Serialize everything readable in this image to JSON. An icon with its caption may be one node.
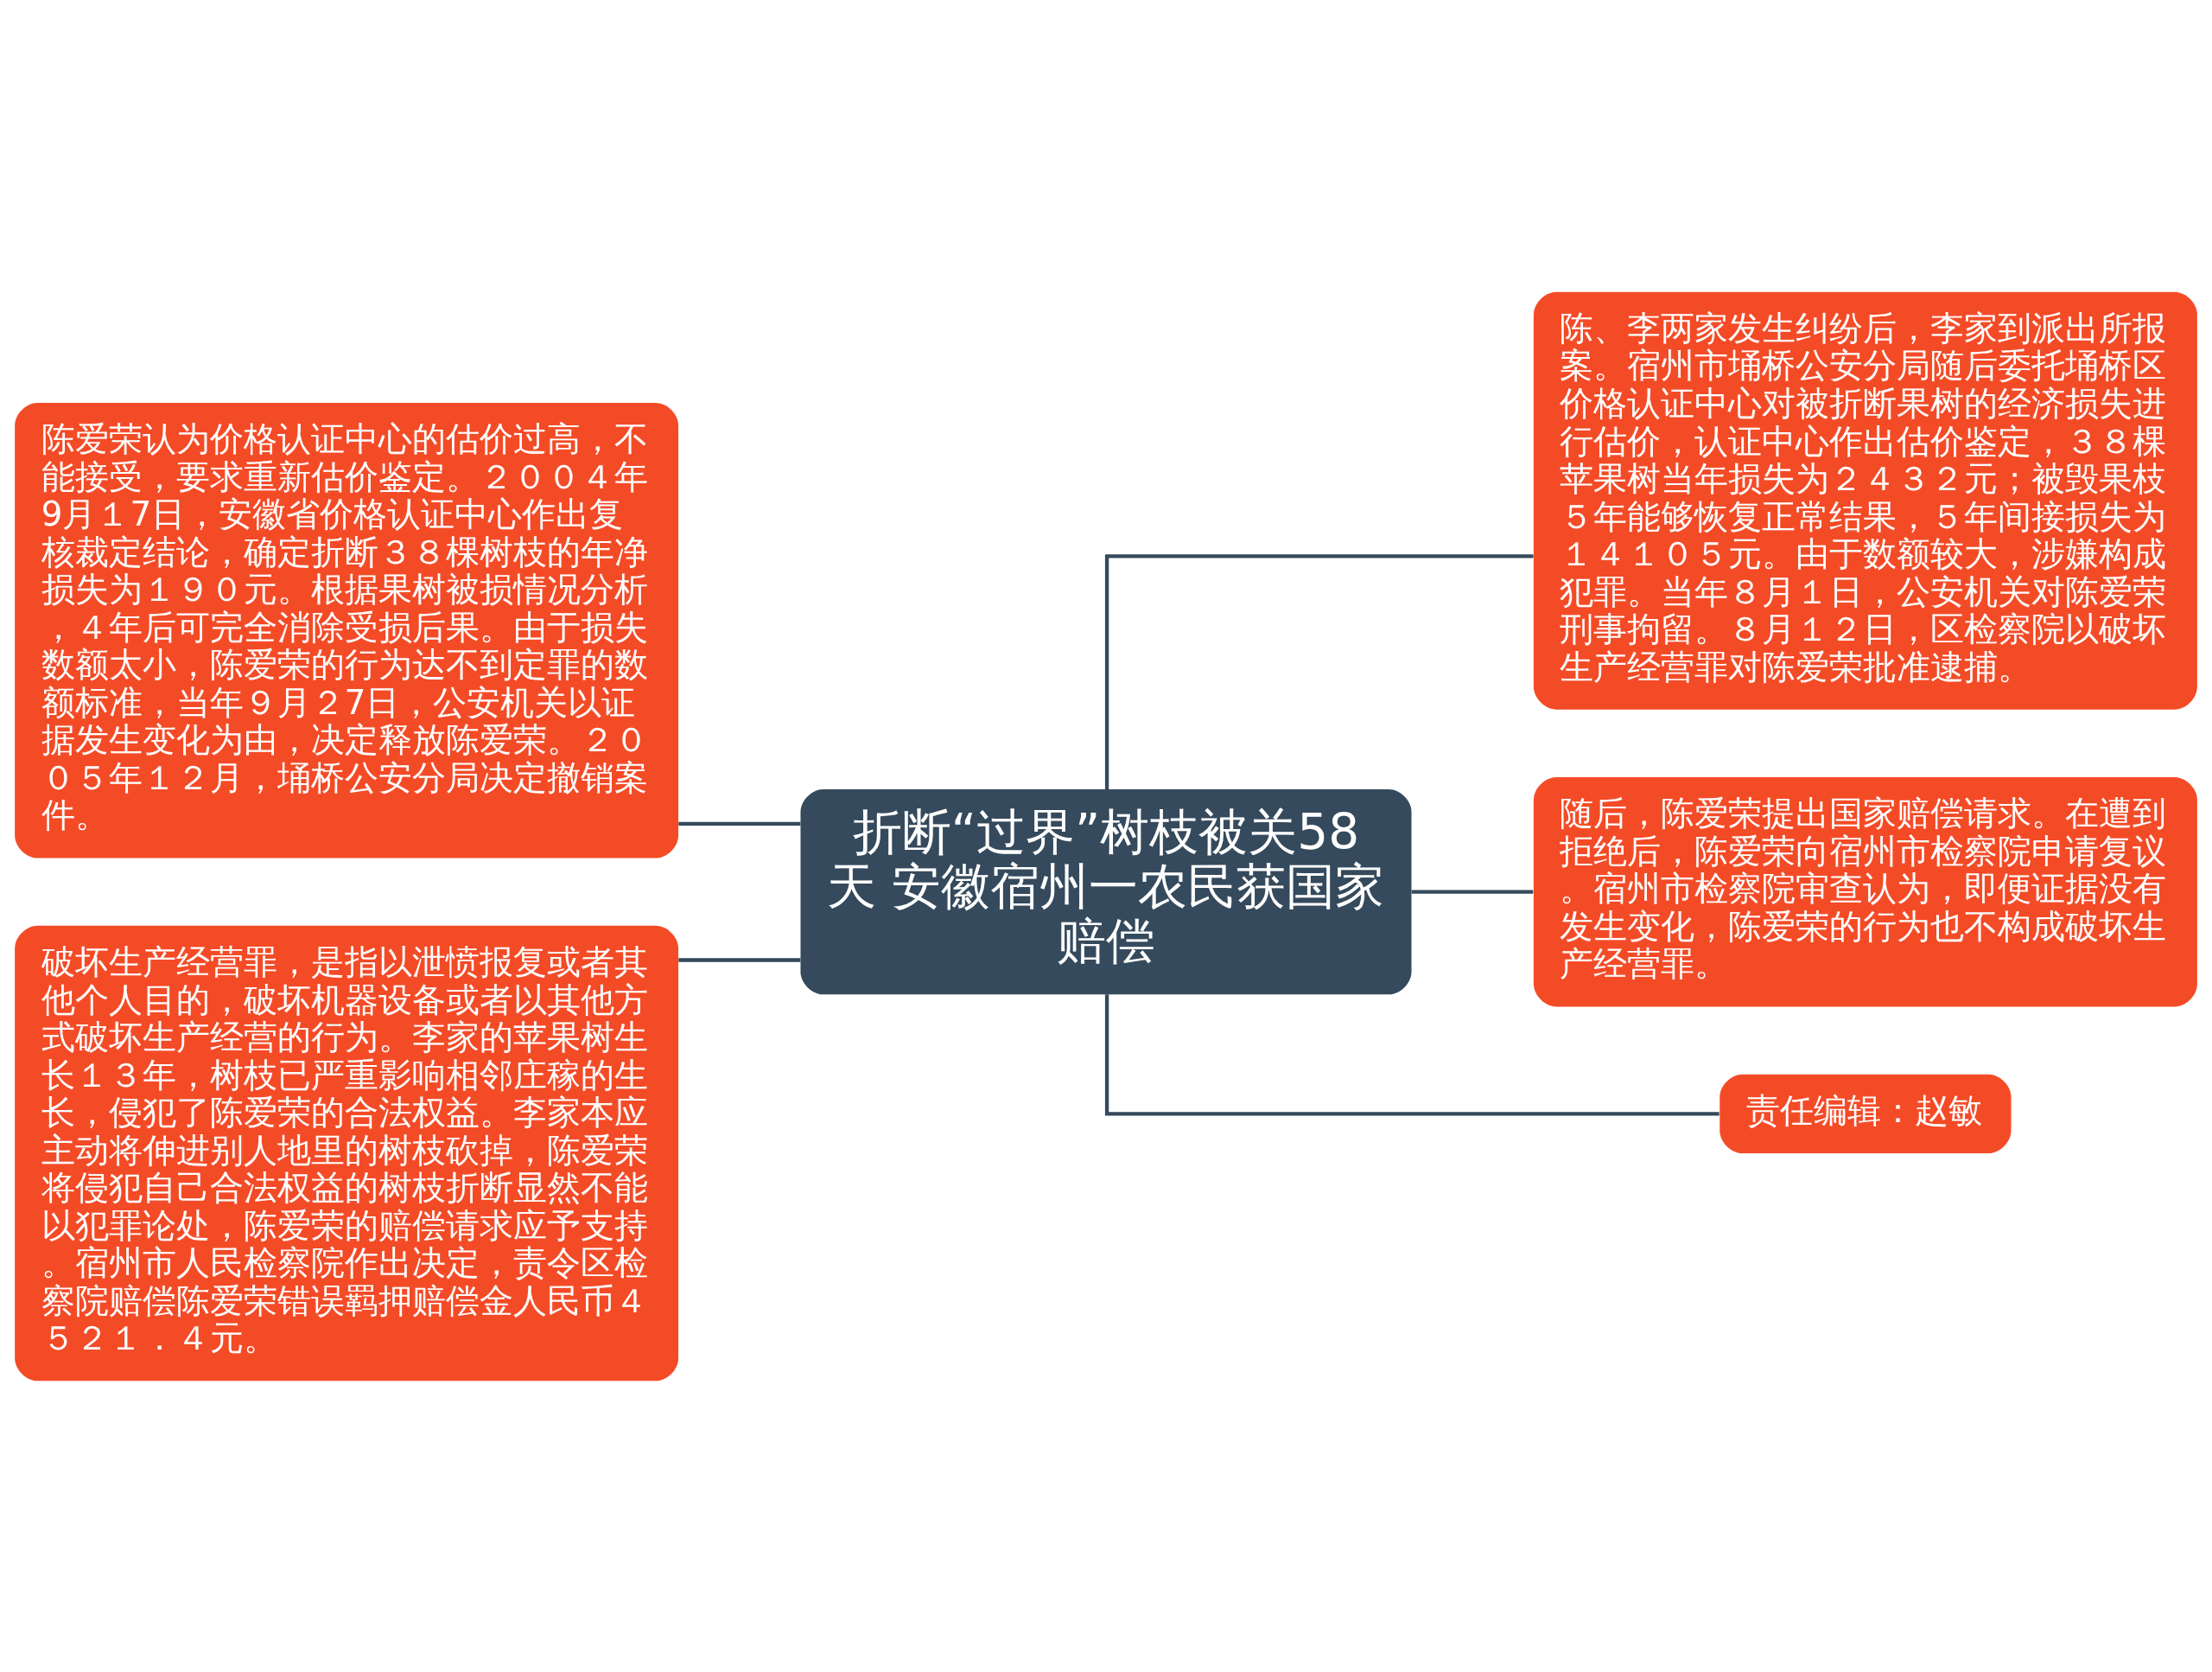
{
  "diagram": {
    "nodes": [
      {
        "text": [
          "折断“过界”树枝被关58天 安徽宿州一农民获国家赔偿"
        ]
      },
      {
        "text": [
          "陈爱荣认为价格认证中心的估价过高，不能接受，要求重新估价鉴定。２００４年9月１7日，安徽省价格认证中心作出复核裁定结论，确定折断３８棵树枝的年净损失为１９０元。根据果树被损情况分析，４年后可完全消除受损后果。由于损失数额太小，陈爱荣的行为达不到定罪的数额标准，当年９月２7日，公安机关以证据发生变化为由，决定释放陈爱荣。２００５年１２月，埇桥公安分局决定撤销案件。"
        ]
      },
      {
        "text": [
          "破坏生产经营罪，是指以泄愤报复或者其他个人目的，破坏机器设备或者以其他方式破坏生产经营的行为。李家的苹果树生长１３年，树枝已严重影响相邻庄稼的生长，侵犯了陈爱荣的合法权益。李家本应主动将伸进别人地里的树枝砍掉，陈爱荣将侵犯自己合法权益的树枝折断显然不能以犯罪论处，陈爱荣的赔偿请求应予支持。宿州市人民检察院作出决定，责令区检察院赔偿陈爱荣错误羁押赔偿金人民币４５２１．４元。"
        ]
      },
      {
        "text": [
          "陈、李两家发生纠纷后，李家到派出所报案。宿州市埇桥公安分局随后委托埇桥区价格认证中心对被折断果树的经济损失进行估价，认证中心作出估价鉴定，３８棵苹果树当年损失为２４３２元；被毁果枝５年能够恢复正常结果，５年间接损失为１４１０５元。由于数额较大，涉嫌构成犯罪。当年８月１日，公安机关对陈爱荣刑事拘留。８月１２日，区检察院以破坏生产经营罪对陈爱荣批准逮捕。"
        ]
      },
      {
        "text": [
          "随后，陈爱荣提出国家赔偿请求。在遭到拒绝后，陈爱荣向宿州市检察院申请复议。宿州市检察院审查认为，即便证据没有发生变化，陈爱荣的行为也不构成破坏生产经营罪。"
        ]
      },
      {
        "text": [
          "责任编辑：赵敏"
        ]
      }
    ],
    "edges": [
      {
        "from": 0,
        "to": 1,
        "arrow": "none"
      },
      {
        "from": 0,
        "to": 2,
        "arrow": "none"
      },
      {
        "from": 0,
        "to": 3,
        "arrow": "none"
      },
      {
        "from": 0,
        "to": 4,
        "arrow": "none"
      },
      {
        "from": 0,
        "to": 5,
        "arrow": "none"
      }
    ]
  }
}
